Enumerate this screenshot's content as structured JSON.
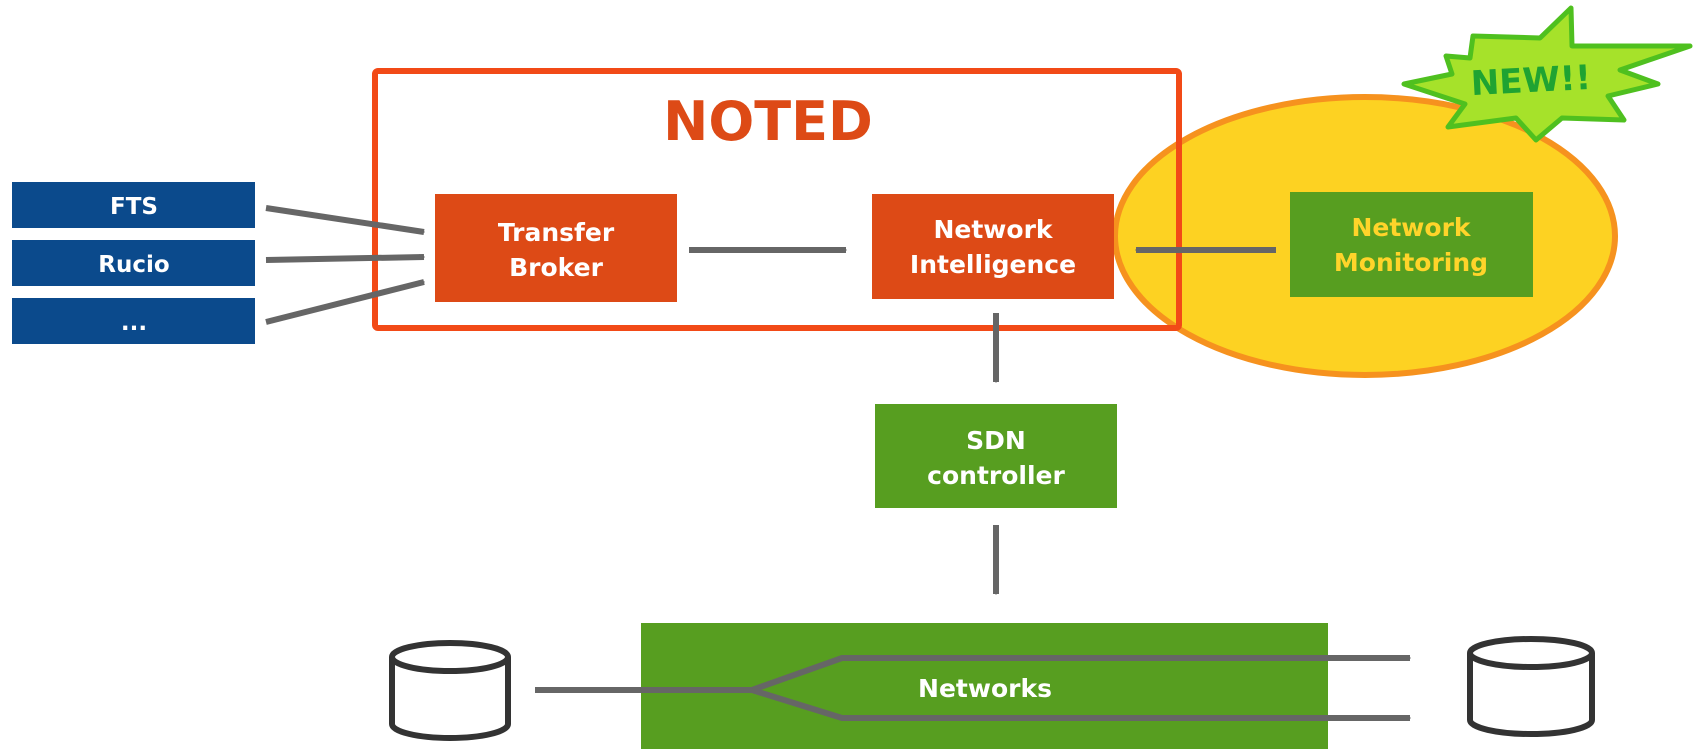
{
  "colors": {
    "blue": "#0b4a8c",
    "orange": "#dd4a16",
    "noted_border": "#f24a17",
    "green": "#579e20",
    "green_text": "#ffd42a",
    "ellipse_fill": "#fdd222",
    "ellipse_stroke": "#f6921e",
    "arrow": "#666666",
    "starburst_fill": "#a6e22a",
    "starburst_stroke": "#4fc01f",
    "starburst_text": "#1fa332"
  },
  "sources": [
    {
      "label": "FTS"
    },
    {
      "label": "Rucio"
    },
    {
      "label": "..."
    }
  ],
  "noted": {
    "title": "NOTED"
  },
  "transfer_broker": {
    "line1": "Transfer",
    "line2": "Broker"
  },
  "network_intelligence": {
    "line1": "Network",
    "line2": "Intelligence"
  },
  "network_monitoring": {
    "line1": "Network",
    "line2": "Monitoring"
  },
  "sdn_controller": {
    "line1": "SDN",
    "line2": "controller"
  },
  "networks": {
    "label": "Networks"
  },
  "badge": {
    "label": "NEW!!"
  },
  "icons": {
    "left_storage": "database-icon",
    "right_storage": "database-icon"
  }
}
